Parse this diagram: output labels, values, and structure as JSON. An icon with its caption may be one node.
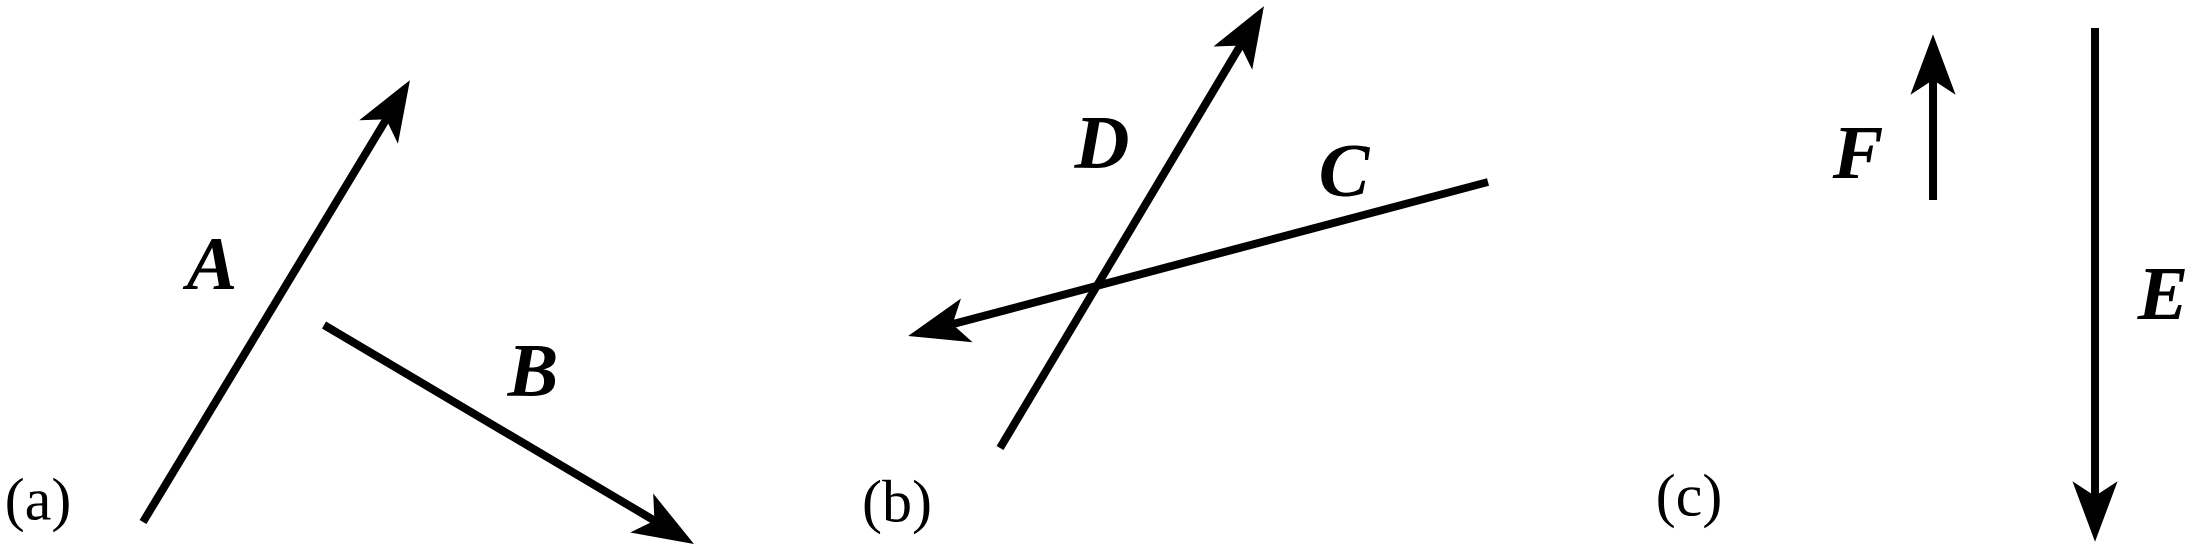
{
  "diagram": {
    "labels": [
      "A",
      "B",
      "(a)",
      "D",
      "C",
      "(b)",
      "F",
      "E",
      "(c)"
    ]
  }
}
